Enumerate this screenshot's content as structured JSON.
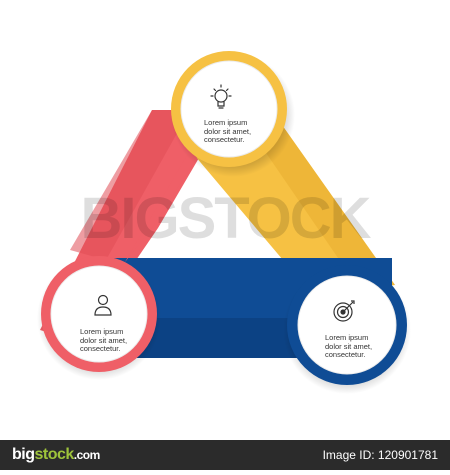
{
  "colors": {
    "red": "#ef5f67",
    "yellow": "#f6c143",
    "blue": "#0f4c95"
  },
  "nodes": [
    {
      "id": "top",
      "icon": "lightbulb-icon",
      "color": "#f6c143",
      "lines": [
        "Lorem ipsum",
        "dolor sit amet,",
        "consectetur."
      ]
    },
    {
      "id": "left",
      "icon": "person-icon",
      "color": "#ef5f67",
      "lines": [
        "Lorem ipsum",
        "dolor sit amet,",
        "consectetur."
      ]
    },
    {
      "id": "right",
      "icon": "target-icon",
      "color": "#0f4c95",
      "lines": [
        "Lorem ipsum",
        "dolor sit amet,",
        "consectetur."
      ]
    }
  ],
  "watermark": "BIGSTOCK",
  "footer": {
    "brand_big": "big",
    "brand_stock": "stock",
    "brand_com": ".com",
    "image_id": "Image ID: 120901781"
  }
}
